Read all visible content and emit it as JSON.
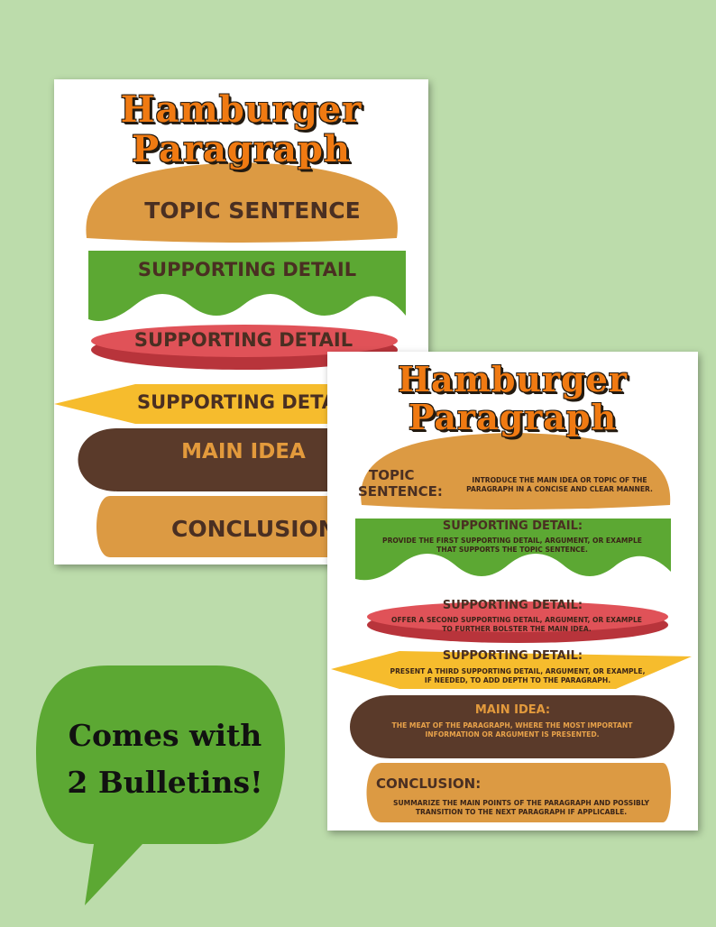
{
  "colors": {
    "background": "#bcdcab",
    "bun": "#dc9a43",
    "lettuce": "#5ca833",
    "tomato": "#d8464c",
    "cheese": "#f6bc2d",
    "patty": "#5a3a2a",
    "title_orange": "#f07a12",
    "bubble": "#5ca833"
  },
  "poster_a": {
    "title_line1": "Hamburger",
    "title_line2": "Paragraph",
    "topic": "TOPIC SENTENCE",
    "detail1": "SUPPORTING DETAIL",
    "detail2": "SUPPORTING DETAIL",
    "detail3": "SUPPORTING DETAIL",
    "main_idea": "MAIN IDEA",
    "conclusion": "CONCLUSION"
  },
  "poster_b": {
    "title_line1": "Hamburger",
    "title_line2": "Paragraph",
    "topic_label_1": "TOPIC",
    "topic_label_2": "SENTENCE:",
    "topic_text": "Introduce the main idea or topic of the paragraph in a concise and clear manner.",
    "detail1_head": "SUPPORTING DETAIL:",
    "detail1_text": "Provide the first supporting detail, argument, or example that supports the topic sentence.",
    "detail2_head": "SUPPORTING DETAIL:",
    "detail2_text": "Offer a second supporting detail, argument, or example to further bolster the main idea.",
    "detail3_head": "SUPPORTING DETAIL:",
    "detail3_text": "Present a third supporting detail, argument, or example, if needed, to add  depth to the paragraph.",
    "main_head": "MAIN IDEA:",
    "main_text": "The meat of the paragraph, where the most important information or argument is presented.",
    "conclusion_head": "CONCLUSION:",
    "conclusion_text": "Summarize the main points of the paragraph and possibly transition to the next paragraph if applicable."
  },
  "bubble": {
    "line1": "Comes with",
    "line2": "2 Bulletins!"
  }
}
